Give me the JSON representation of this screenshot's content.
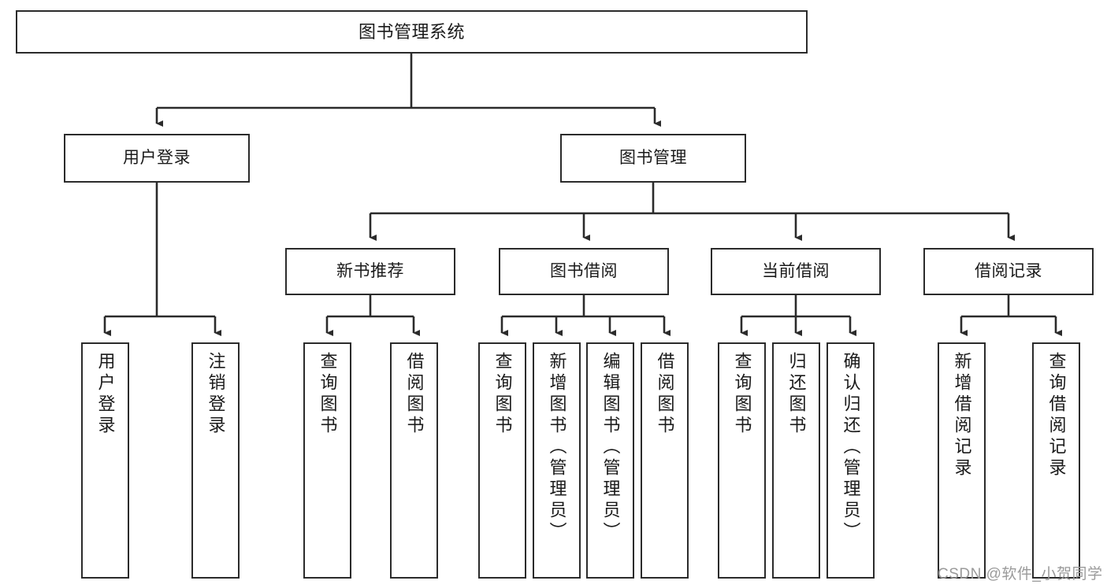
{
  "diagram": {
    "type": "tree-hierarchy-chart",
    "orientation": "top-down",
    "box_border_color": "#2b2b2b",
    "box_fill_color": "#ffffff",
    "connector_color": "#2b2b2b",
    "background_color": "#ffffff",
    "root": {
      "id": "root",
      "label": "图书管理系统"
    },
    "level2": [
      {
        "id": "user-login",
        "label": "用户登录"
      },
      {
        "id": "book-management",
        "label": "图书管理"
      }
    ],
    "level3": [
      {
        "id": "new-book-recommend",
        "label": "新书推荐",
        "parent": "book-management"
      },
      {
        "id": "book-borrow",
        "label": "图书借阅",
        "parent": "book-management"
      },
      {
        "id": "current-borrow",
        "label": "当前借阅",
        "parent": "book-management"
      },
      {
        "id": "borrow-records",
        "label": "借阅记录",
        "parent": "book-management"
      }
    ],
    "leaves": [
      {
        "id": "leaf-user-login",
        "label": "用户登录",
        "parent": "user-login"
      },
      {
        "id": "leaf-logout",
        "label": "注销登录",
        "parent": "user-login"
      },
      {
        "id": "leaf-query-books-1",
        "label": "查询图书",
        "parent": "new-book-recommend"
      },
      {
        "id": "leaf-borrow-books-1",
        "label": "借阅图书",
        "parent": "new-book-recommend"
      },
      {
        "id": "leaf-query-books-2",
        "label": "查询图书",
        "parent": "book-borrow"
      },
      {
        "id": "leaf-add-book-admin",
        "label": "新增图书（管理员）",
        "parent": "book-borrow"
      },
      {
        "id": "leaf-edit-book-admin",
        "label": "编辑图书（管理员）",
        "parent": "book-borrow"
      },
      {
        "id": "leaf-borrow-books-2",
        "label": "借阅图书",
        "parent": "book-borrow"
      },
      {
        "id": "leaf-query-books-3",
        "label": "查询图书",
        "parent": "current-borrow"
      },
      {
        "id": "leaf-return-books",
        "label": "归还图书",
        "parent": "current-borrow"
      },
      {
        "id": "leaf-confirm-return-admin",
        "label": "确认归还（管理员）",
        "parent": "current-borrow"
      },
      {
        "id": "leaf-add-borrow-record",
        "label": "新增借阅记录",
        "parent": "borrow-records"
      },
      {
        "id": "leaf-query-borrow-record",
        "label": "查询借阅记录",
        "parent": "borrow-records"
      }
    ]
  },
  "watermark": {
    "text": "CSDN @软件_小贺同学",
    "color": "#9a9a9a"
  }
}
